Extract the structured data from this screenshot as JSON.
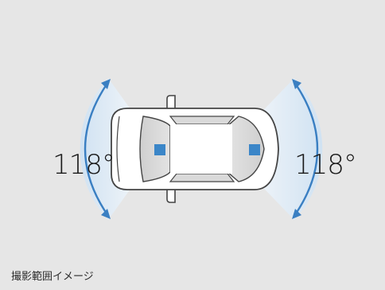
{
  "figure": {
    "left_angle_label": "118°",
    "right_angle_label": "118°",
    "caption": "撮影範囲イメージ"
  },
  "colors": {
    "background": "#e6e6e6",
    "fov_fill": "#d6e6f4",
    "fov_arrow": "#3a7fc2",
    "car_body": "#ffffff",
    "car_outline": "#444444",
    "car_glass": "#d9d9d9",
    "camera": "#3b86c8"
  },
  "icons": {
    "car": "car-top-view-icon",
    "front_camera": "camera-square-icon",
    "rear_camera": "camera-square-icon",
    "left_arrow": "double-headed-curved-arrow-icon",
    "right_arrow": "double-headed-curved-arrow-icon"
  }
}
